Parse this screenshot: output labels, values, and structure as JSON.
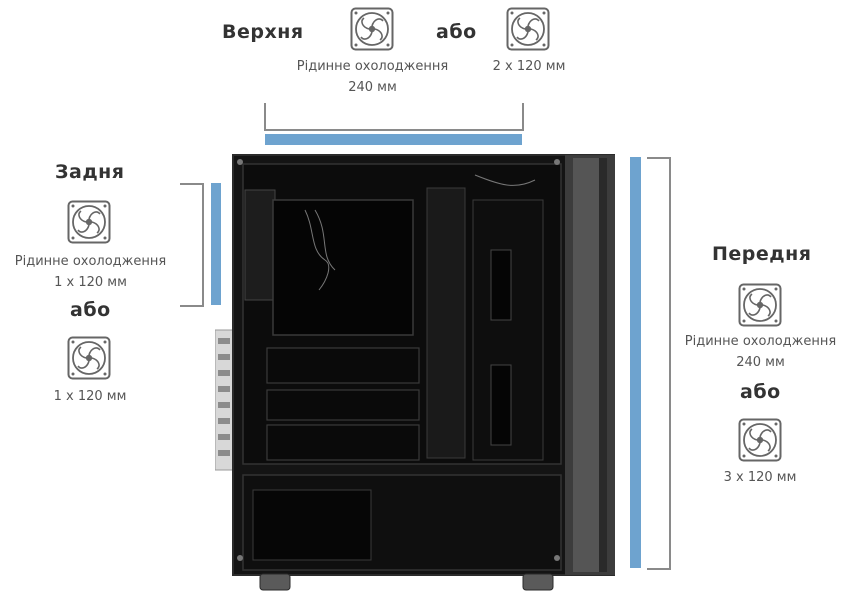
{
  "top": {
    "heading": "Верхня",
    "or": "або",
    "left_caption_line1": "Рідинне охолодження",
    "left_caption_line2": "240 мм",
    "right_caption": "2 x 120 мм"
  },
  "rear": {
    "heading": "Задня",
    "caption1_line1": "Рідинне охолодження",
    "caption1_line2": "1 x 120 мм",
    "or": "або",
    "caption2": "1 x 120 мм"
  },
  "front": {
    "heading": "Передня",
    "caption1_line1": "Рідинне охолодження",
    "caption1_line2": "240 мм",
    "or": "або",
    "caption2": "3 x 120 мм"
  },
  "colors": {
    "accent_bar": "#6ea3cf",
    "bracket": "#8a8a8a",
    "heading": "#333333",
    "caption": "#555555",
    "case_body": "#141414"
  },
  "icons": {
    "fan": "fan-icon"
  }
}
